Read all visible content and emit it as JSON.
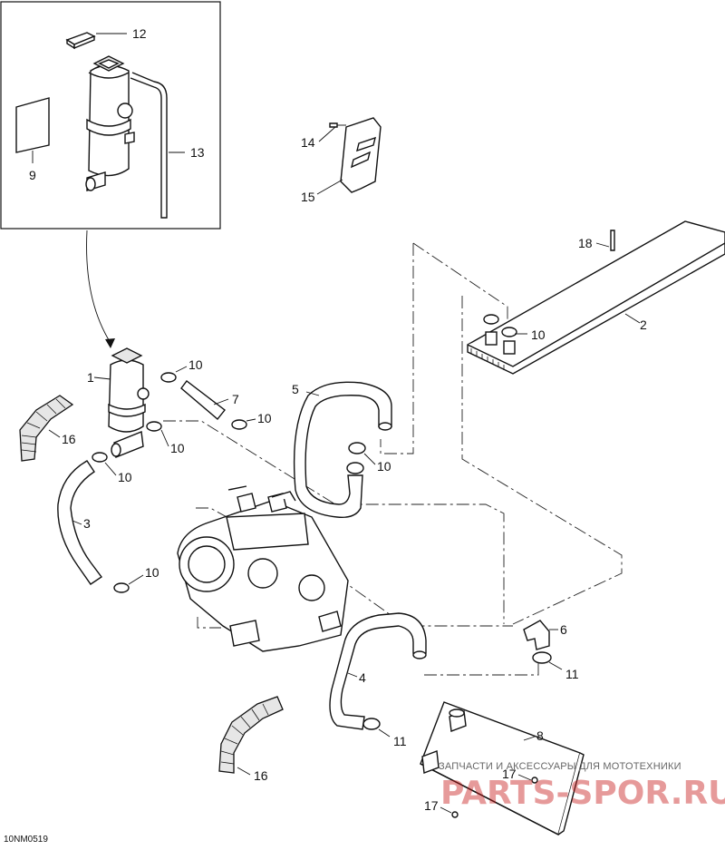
{
  "diagram": {
    "drawing_code": "10NM0519",
    "watermark": {
      "tagline": "ЗАПЧАСТИ И АКСЕССУАРЫ ДЛЯ МОТОТЕХНИКИ",
      "logo": "PARTS-SPOR.RU"
    },
    "callouts": {
      "c1": "1",
      "c2": "2",
      "c3": "3",
      "c4": "4",
      "c5": "5",
      "c6": "6",
      "c7": "7",
      "c8": "8",
      "c9": "9",
      "c10a": "10",
      "c10b": "10",
      "c10c": "10",
      "c10d": "10",
      "c10e": "10",
      "c10f": "10",
      "c10g": "10",
      "c11a": "11",
      "c11b": "11",
      "c12": "12",
      "c13": "13",
      "c14": "14",
      "c15": "15",
      "c16a": "16",
      "c16b": "16",
      "c17a": "17",
      "c17b": "17",
      "c18": "18"
    }
  }
}
